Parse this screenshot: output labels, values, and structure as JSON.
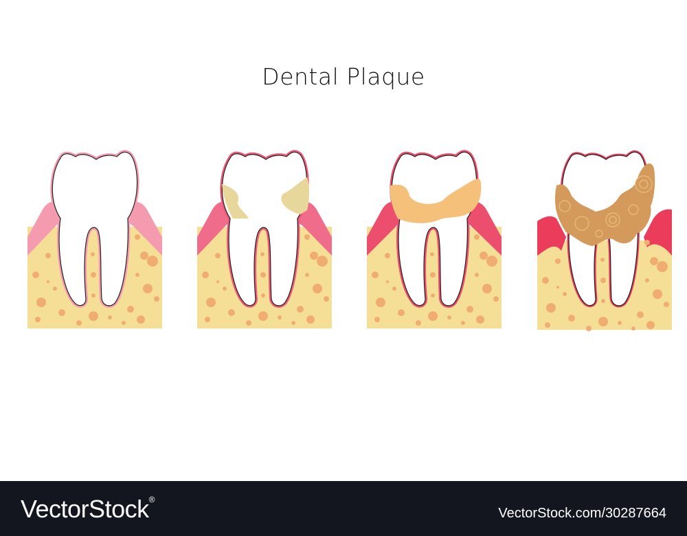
{
  "title": "Dental Plaque",
  "colors": {
    "bone": "#f5df96",
    "bone_dots": "#f0ad72",
    "gum_healthy": "#f59bb0",
    "gum_inflamed": "#ec3c5c",
    "plaque_light": "#e8d79a",
    "plaque_medium": "#f4c07a",
    "tartar": "#d39a5c"
  },
  "stages": [
    {
      "name": "healthy-tooth",
      "plaque": "none"
    },
    {
      "name": "early-plaque",
      "plaque": "light"
    },
    {
      "name": "plaque-band",
      "plaque": "medium"
    },
    {
      "name": "tartar-periodontitis",
      "plaque": "heavy"
    }
  ],
  "footer": {
    "brand": "VectorStock",
    "registered": "®",
    "id_text": "VectorStock.com/30287664"
  }
}
